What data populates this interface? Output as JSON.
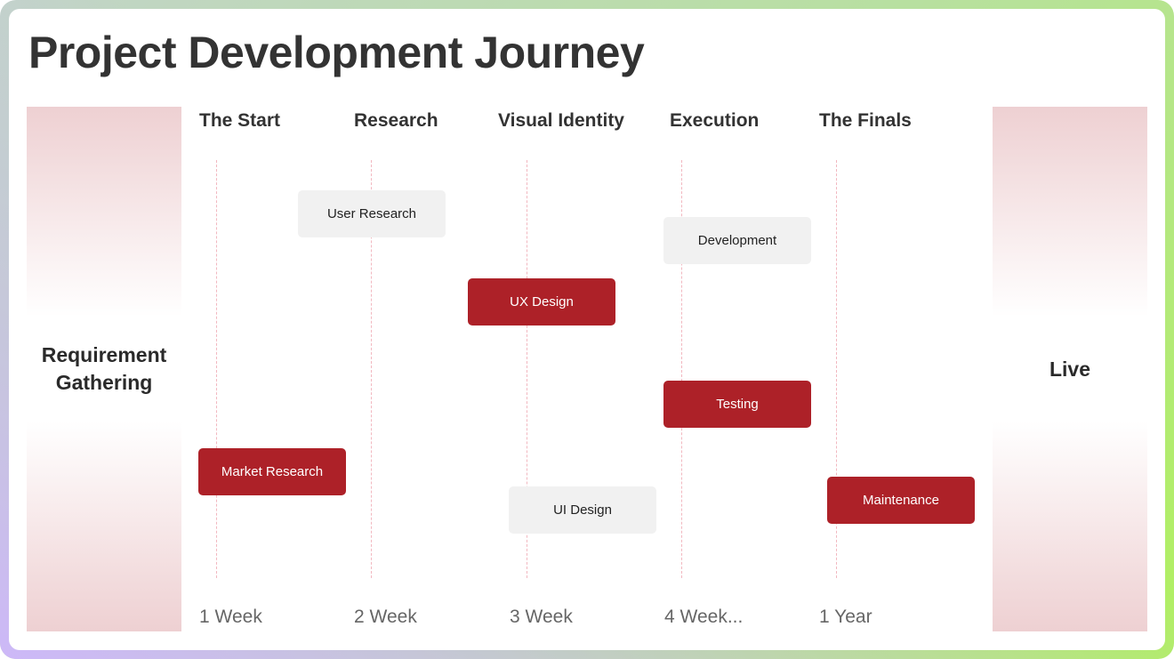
{
  "title": "Project Development Journey",
  "start_panel": "Requirement Gathering",
  "end_panel": "Live",
  "phases": [
    {
      "header": "The Start",
      "duration": "1 Week"
    },
    {
      "header": "Research",
      "duration": "2 Week"
    },
    {
      "header": "Visual Identity",
      "duration": "3 Week"
    },
    {
      "header": "Execution",
      "duration": "4 Week..."
    },
    {
      "header": "The Finals",
      "duration": "1 Year"
    }
  ],
  "tasks": {
    "user_research": "User Research",
    "development": "Development",
    "ux_design": "UX Design",
    "testing": "Testing",
    "market_research": "Market Research",
    "ui_design": "UI Design",
    "maintenance": "Maintenance"
  },
  "colors": {
    "accent": "#ad2128",
    "neutral": "#f1f1f1"
  }
}
